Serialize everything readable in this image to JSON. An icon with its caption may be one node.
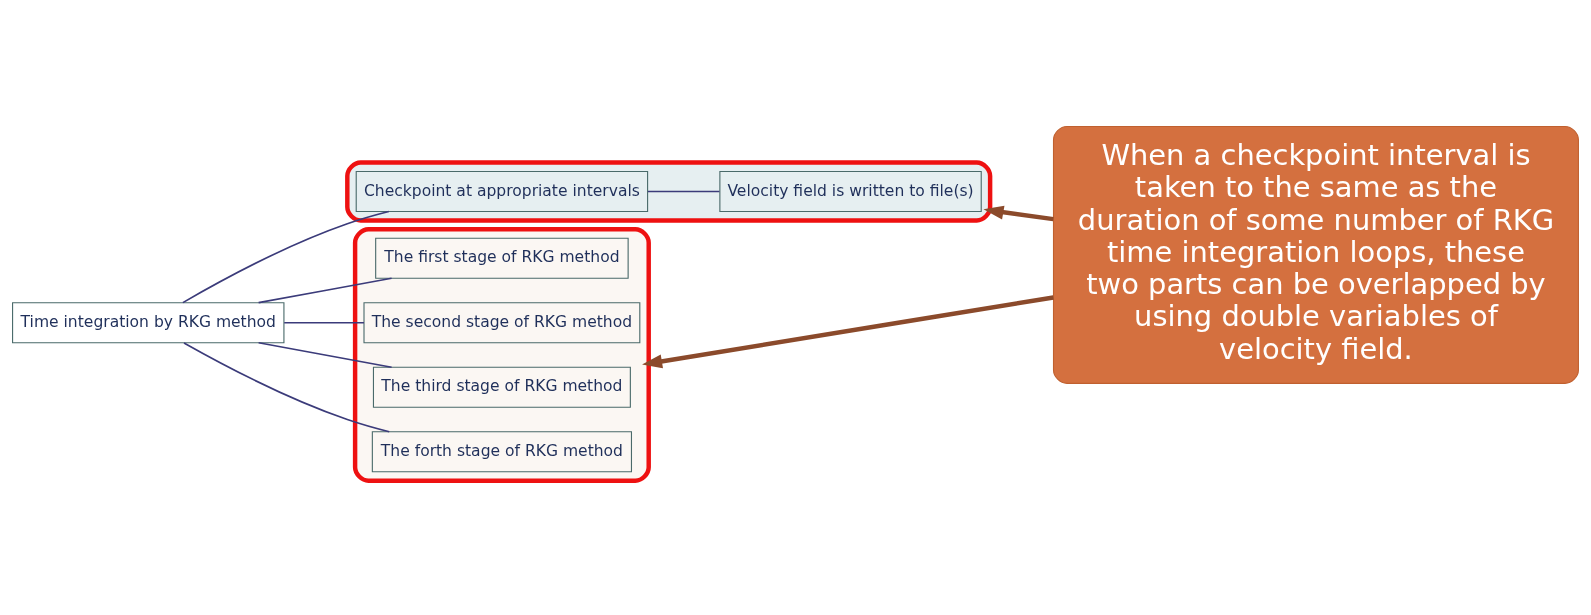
{
  "diagram": {
    "nodes": [
      {
        "text": [
          "Time integration by RKG method"
        ]
      },
      {
        "text": [],
        "shape": "box"
      },
      {
        "text": [
          "The first stage of RKG method"
        ],
        "in": 1
      },
      {
        "text": [
          "The second stage of RKG method"
        ],
        "in": 1
      },
      {
        "text": [
          "The third stage of RKG method"
        ],
        "in": 1
      },
      {
        "text": [
          "The forth stage of RKG method"
        ],
        "in": 1
      },
      {
        "text": [],
        "shape": "box"
      },
      {
        "text": [
          "Checkpoint at appropriate intervals"
        ],
        "in": 6
      },
      {
        "text": [
          "Velocity field is written to file(s)"
        ],
        "in": 6
      },
      {
        "text": [
          "When a checkpoint interval is taken to the same as the duration of some number of RKG time integration loops, these two parts can be overlapped by using double variables of velocity field."
        ]
      }
    ],
    "edges": [
      {
        "from": 0,
        "to": 2,
        "arrow": "none"
      },
      {
        "from": 0,
        "to": 3,
        "arrow": "none"
      },
      {
        "from": 0,
        "to": 4,
        "arrow": "none"
      },
      {
        "from": 0,
        "to": 5,
        "arrow": "none"
      },
      {
        "from": 0,
        "to": 7,
        "arrow": "none"
      },
      {
        "from": 7,
        "to": 8,
        "arrow": "none"
      },
      {
        "from": 9,
        "to": 1,
        "arrow": "to",
        "style": "thick",
        "color": "#8b4a2b"
      },
      {
        "from": 9,
        "to": 6,
        "arrow": "to",
        "style": "thick",
        "color": "#8b4a2b"
      }
    ]
  }
}
